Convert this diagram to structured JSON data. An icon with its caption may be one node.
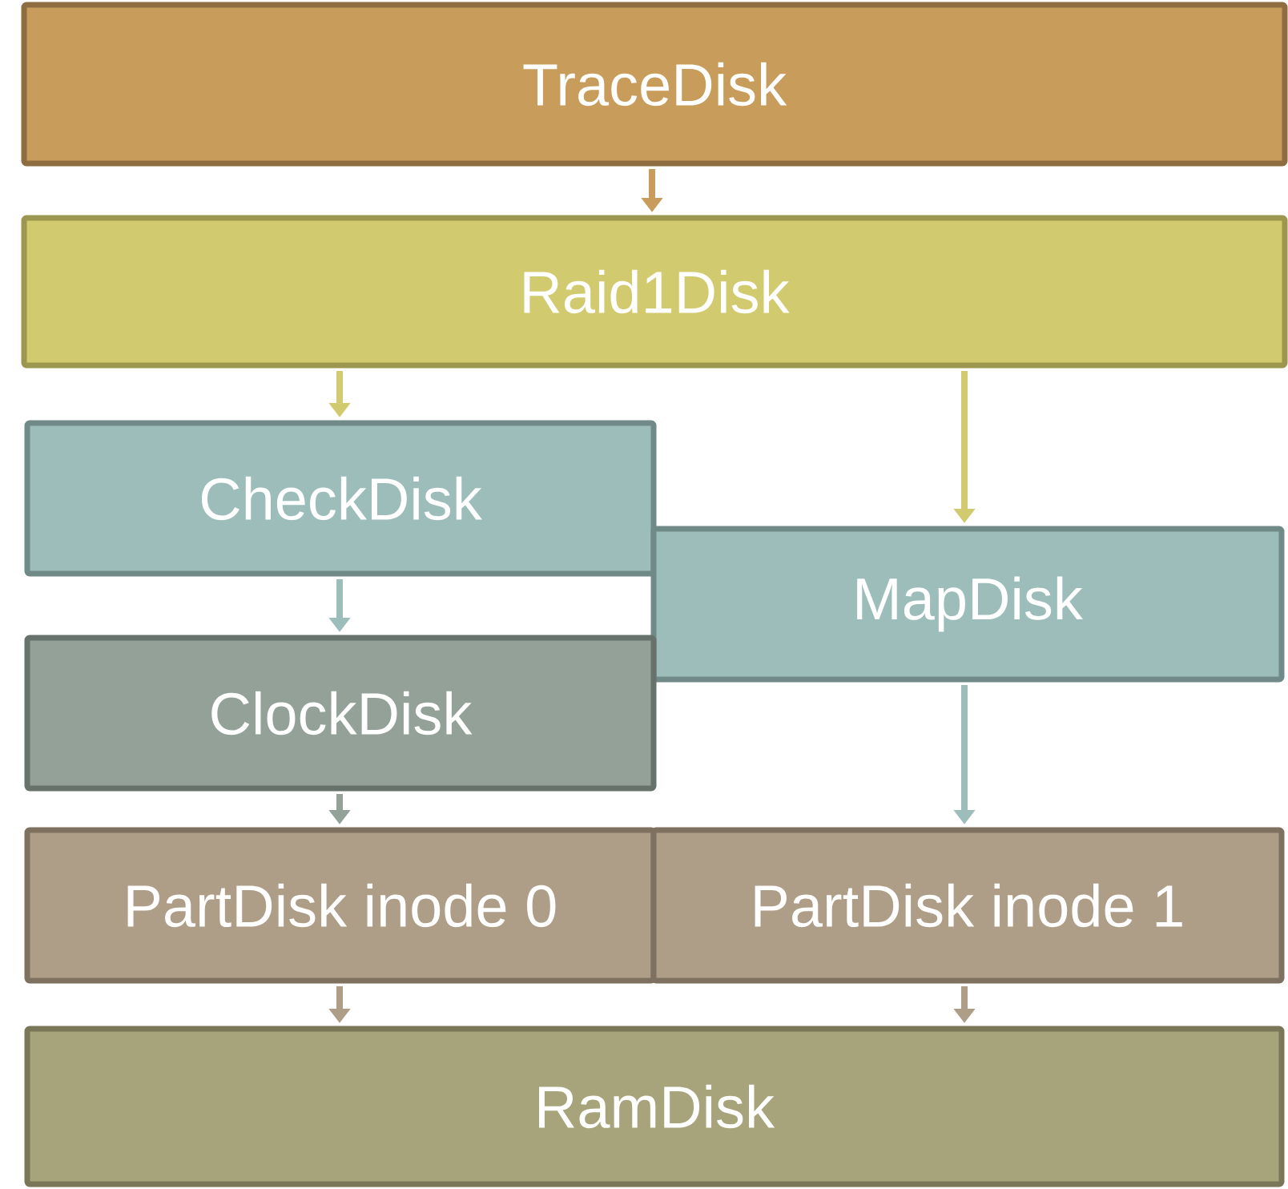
{
  "diagram": {
    "nodes": [
      {
        "text": [
          "TraceDisk"
        ]
      },
      {
        "text": [
          "Raid1Disk"
        ]
      },
      {
        "text": [
          "CheckDisk"
        ]
      },
      {
        "text": [
          "MapDisk"
        ]
      },
      {
        "text": [
          "ClockDisk"
        ]
      },
      {
        "text": [
          "PartDisk inode 0"
        ]
      },
      {
        "text": [
          "PartDisk inode 1"
        ]
      },
      {
        "text": [
          "RamDisk"
        ]
      }
    ],
    "edges": [
      {
        "from": 0,
        "to": 1,
        "arrow": "to",
        "color": "#c89c5a"
      },
      {
        "from": 1,
        "to": 2,
        "arrow": "to",
        "color": "#d2ca6e"
      },
      {
        "from": 1,
        "to": 3,
        "arrow": "to",
        "color": "#d2ca6e"
      },
      {
        "from": 2,
        "to": 4,
        "arrow": "to",
        "color": "#9dbdbb"
      },
      {
        "from": 3,
        "to": 6,
        "arrow": "to",
        "color": "#9dbdbb"
      },
      {
        "from": 4,
        "to": 5,
        "arrow": "to",
        "color": "#93a198"
      },
      {
        "from": 5,
        "to": 7,
        "arrow": "to",
        "color": "#ae9d87"
      },
      {
        "from": 6,
        "to": 7,
        "arrow": "to",
        "color": "#ae9d87"
      }
    ]
  }
}
